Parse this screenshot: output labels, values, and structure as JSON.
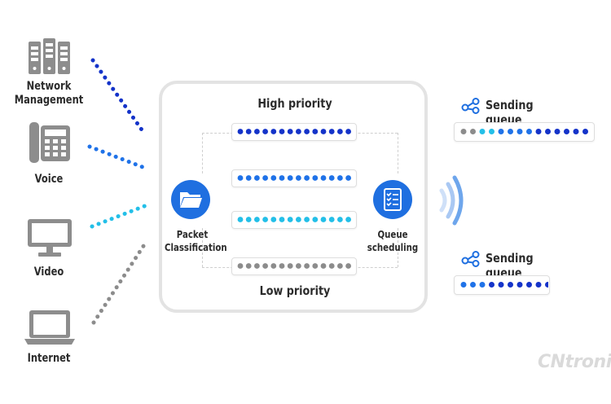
{
  "sources": [
    {
      "label": "Network\nManagement",
      "icon": "server-icon"
    },
    {
      "label": "Voice",
      "icon": "desk-phone-icon"
    },
    {
      "label": "Video",
      "icon": "monitor-icon"
    },
    {
      "label": "Internet",
      "icon": "laptop-icon"
    }
  ],
  "classifier": {
    "label": "Packet\nClassification",
    "icon": "folder-icon"
  },
  "scheduler": {
    "label": "Queue\nscheduling",
    "icon": "checklist-icon"
  },
  "high_priority_label": "High priority",
  "low_priority_label": "Low priority",
  "queues": [
    {
      "color": "#1433c9",
      "dots": 14
    },
    {
      "color": "#1f72e8",
      "dots": 14
    },
    {
      "color": "#23bfe8",
      "dots": 14
    },
    {
      "color": "#8c8c8c",
      "dots": 14
    }
  ],
  "outputs": [
    {
      "label": "Sending queue",
      "icon": "share-icon",
      "dot_colors": [
        "#8c8c8c",
        "#8c8c8c",
        "#23bfe8",
        "#23bfe8",
        "#1f72e8",
        "#1f72e8",
        "#1f72e8",
        "#1f72e8",
        "#1433c9",
        "#1433c9",
        "#1433c9",
        "#1433c9",
        "#1433c9",
        "#1433c9"
      ]
    },
    {
      "label": "Sending queue",
      "icon": "share-icon",
      "dot_colors": [
        "#1f72e8",
        "#1f72e8",
        "#1f72e8",
        "#1433c9",
        "#1433c9",
        "#1433c9",
        "#1433c9",
        "#1433c9",
        "#1433c9",
        "#1433c9",
        "#1433c9"
      ]
    }
  ],
  "link_colors": [
    "#1433c9",
    "#1f72e8",
    "#23bfe8",
    "#8c8c8c"
  ],
  "signal_icon": "wireless-signal-icon",
  "watermark": "CNtronic"
}
